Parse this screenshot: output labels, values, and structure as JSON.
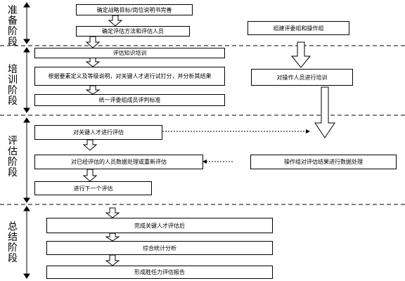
{
  "stages": [
    {
      "id": "prep",
      "label": "准备阶段"
    },
    {
      "id": "train",
      "label": "培训阶段"
    },
    {
      "id": "eval",
      "label": "评估阶段"
    },
    {
      "id": "summary",
      "label": "总结阶段"
    }
  ],
  "boxes": {
    "b1": "确定战略目标/岗位说明书完善",
    "b2": "确定评估方法和评估人员",
    "b3": "组建评委组和操作组",
    "b4": "评估知识培训",
    "b5": "根据要素定义及等级说明，对关键人才进行试打分，并分析其结果",
    "b6": "对操作人员进行培训",
    "b7": "统一评委组成员评判标准",
    "b8": "对关键人才进行评估",
    "b9": "对已经评估的人员数据处理或重新评估",
    "b10": "操作组对评估结果进行数据处理",
    "b11": "进行下一个评估",
    "b12": "完成关键人才评估后",
    "b13": "综合统计分析",
    "b14": "形成胜任力评估报告"
  }
}
